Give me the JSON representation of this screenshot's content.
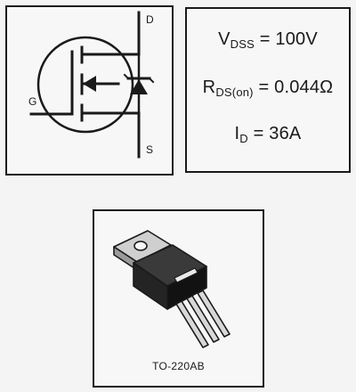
{
  "symbol": {
    "drain_label": "D",
    "gate_label": "G",
    "source_label": "S"
  },
  "specs": {
    "vdss": {
      "symbol": "V",
      "subscript": "DSS",
      "value": "= 100V"
    },
    "rds": {
      "symbol": "R",
      "subscript": "DS(on)",
      "value": "= 0.044Ω"
    },
    "id": {
      "symbol": "I",
      "subscript": "D",
      "value": "= 36A"
    }
  },
  "package": {
    "label": "TO-220AB"
  }
}
